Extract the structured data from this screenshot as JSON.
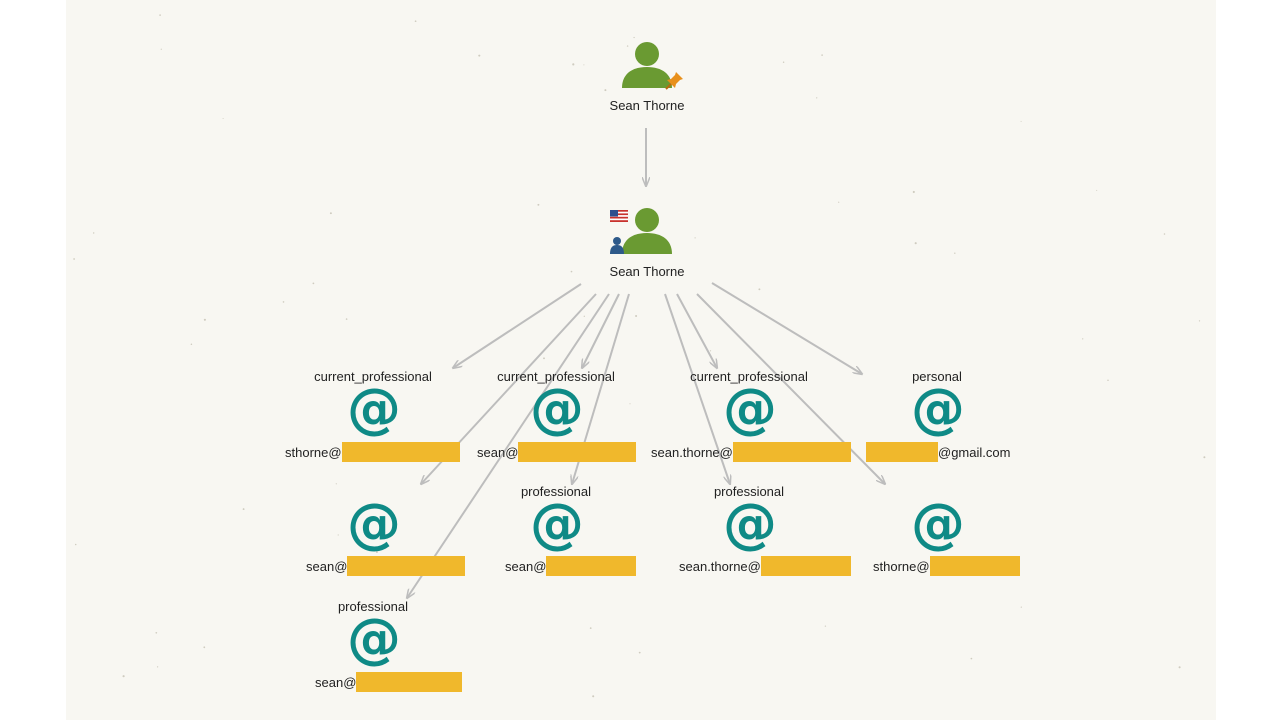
{
  "diagram": {
    "root_person": {
      "name": "Sean Thorne",
      "icon": "person-icon",
      "badge": "pin-icon"
    },
    "profile_person": {
      "name": "Sean Thorne",
      "icon": "person-icon",
      "flag": "us-flag-icon",
      "badge": "profile-badge-icon"
    },
    "emails": [
      {
        "id": "e1",
        "label": "current_professional",
        "prefix": "sthorne@",
        "suffix": ""
      },
      {
        "id": "e2",
        "label": "current_professional",
        "prefix": "sean@",
        "suffix": ""
      },
      {
        "id": "e3",
        "label": "current_professional",
        "prefix": "sean.thorne@",
        "suffix": ""
      },
      {
        "id": "e4",
        "label": "personal",
        "prefix": "",
        "suffix": "@gmail.com"
      },
      {
        "id": "e5",
        "label": "",
        "prefix": "sean@",
        "suffix": ""
      },
      {
        "id": "e6",
        "label": "professional",
        "prefix": "sean@",
        "suffix": ""
      },
      {
        "id": "e7",
        "label": "professional",
        "prefix": "sean.thorne@",
        "suffix": ""
      },
      {
        "id": "e8",
        "label": "",
        "prefix": "sthorne@",
        "suffix": ""
      },
      {
        "id": "e9",
        "label": "professional",
        "prefix": "sean@",
        "suffix": ""
      }
    ],
    "email_icon": "at-sign-icon",
    "colors": {
      "background": "#f8f7f2",
      "person_green": "#6a9a32",
      "at_teal": "#0f8a86",
      "redaction": "#f0b82c",
      "edge": "#bdbdbd",
      "pin_orange": "#e8901c",
      "badge_blue": "#2e5a8a"
    }
  }
}
